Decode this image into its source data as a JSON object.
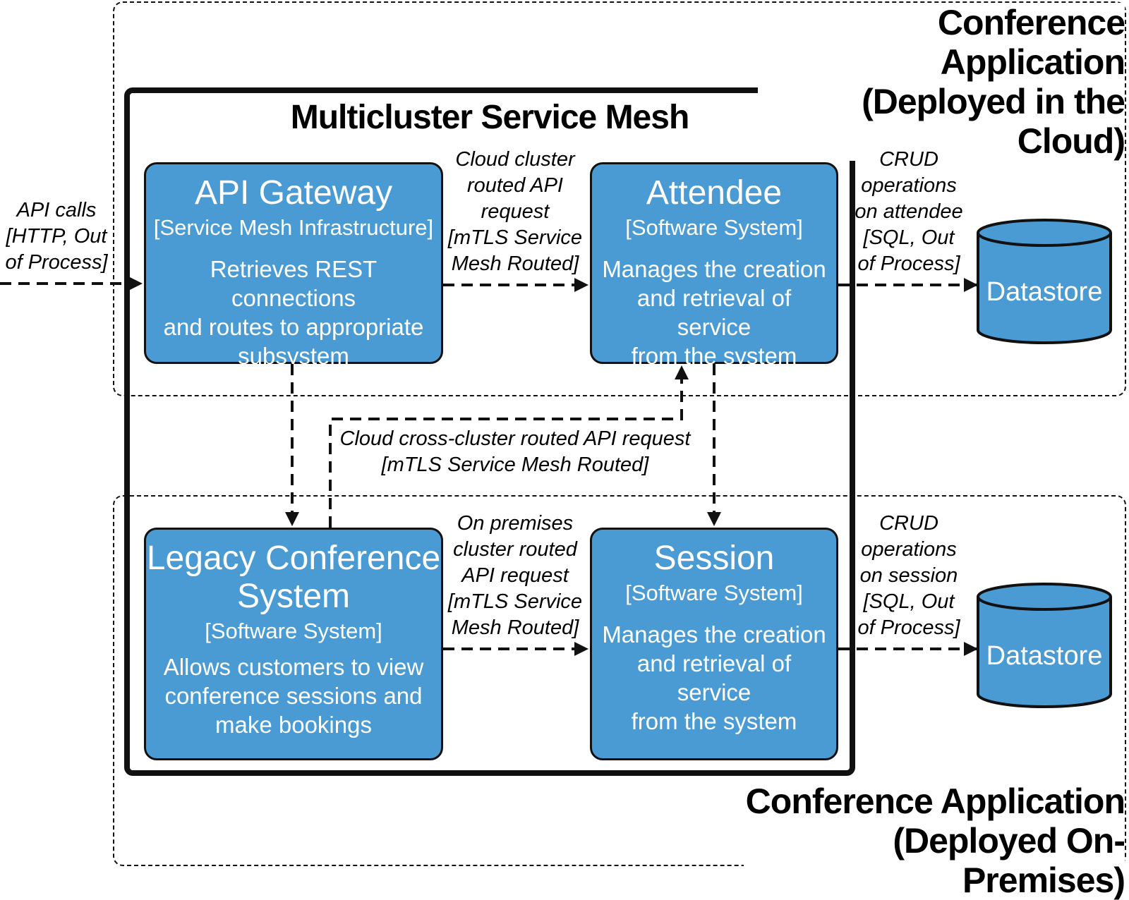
{
  "boundaries": {
    "cloud_title_line1": "Conference Application",
    "cloud_title_line2": "(Deployed in the Cloud)",
    "onprem_title_line1": "Conference Application",
    "onprem_title_line2": "(Deployed On-Premises)"
  },
  "mesh": {
    "title": "Multicluster Service Mesh"
  },
  "boxes": {
    "api_gateway": {
      "name": "API Gateway",
      "type": "[Service Mesh Infrastructure]",
      "desc_line1": "Retrieves REST connections",
      "desc_line2": "and routes to appropriate",
      "desc_line3": "subsystem"
    },
    "attendee": {
      "name": "Attendee",
      "type": "[Software System]",
      "desc_line1": "Manages the creation",
      "desc_line2": "and retrieval of service",
      "desc_line3": "from the system"
    },
    "legacy": {
      "name_line1": "Legacy Conference",
      "name_line2": "System",
      "type": "[Software System]",
      "desc_line1": "Allows customers to view",
      "desc_line2": "conference sessions and",
      "desc_line3": "make bookings"
    },
    "session": {
      "name": "Session",
      "type": "[Software System]",
      "desc_line1": "Manages the creation",
      "desc_line2": "and retrieval of service",
      "desc_line3": "from the system"
    }
  },
  "datastores": {
    "top": "Datastore",
    "bottom": "Datastore"
  },
  "labels": {
    "api_calls": [
      "API calls",
      "[HTTP, Out",
      "of Process]"
    ],
    "cloud_routed": [
      "Cloud cluster",
      "routed API",
      "request",
      "[mTLS Service",
      "Mesh Routed]"
    ],
    "crud_attendee": [
      "CRUD",
      "operations",
      "on attendee",
      "[SQL, Out",
      "of Process]"
    ],
    "cross_cluster": [
      "Cloud cross-cluster routed API request",
      "[mTLS Service Mesh Routed]"
    ],
    "onprem_routed": [
      "On premises",
      "cluster routed",
      "API request",
      "[mTLS Service",
      "Mesh Routed]"
    ],
    "crud_session": [
      "CRUD",
      "operations",
      "on session",
      "[SQL, Out",
      "of Process]"
    ]
  }
}
